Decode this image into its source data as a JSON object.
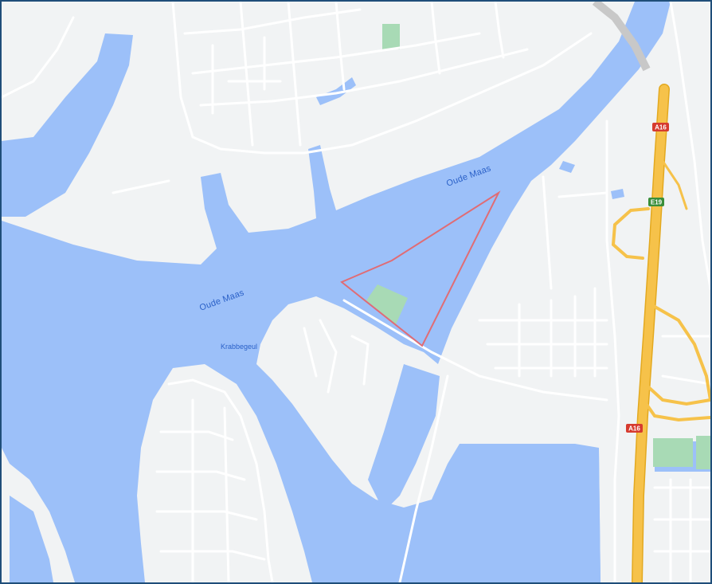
{
  "map": {
    "labels": {
      "river_north": "Oude Maas",
      "river_west": "Oude Maas",
      "inlet": "Krabbegeul"
    },
    "shields": {
      "top": "A16",
      "bottom": "A16",
      "european": "E19"
    },
    "colors": {
      "water": "#9cc0f9",
      "land": "#f1f3f4",
      "park": "#a8dab5",
      "motorway": "#f6c24a",
      "motorway_edge": "#e3a920",
      "boundary": "#e06c75",
      "shield_red": "#d63b2f",
      "shield_green": "#3a8f3a"
    }
  }
}
